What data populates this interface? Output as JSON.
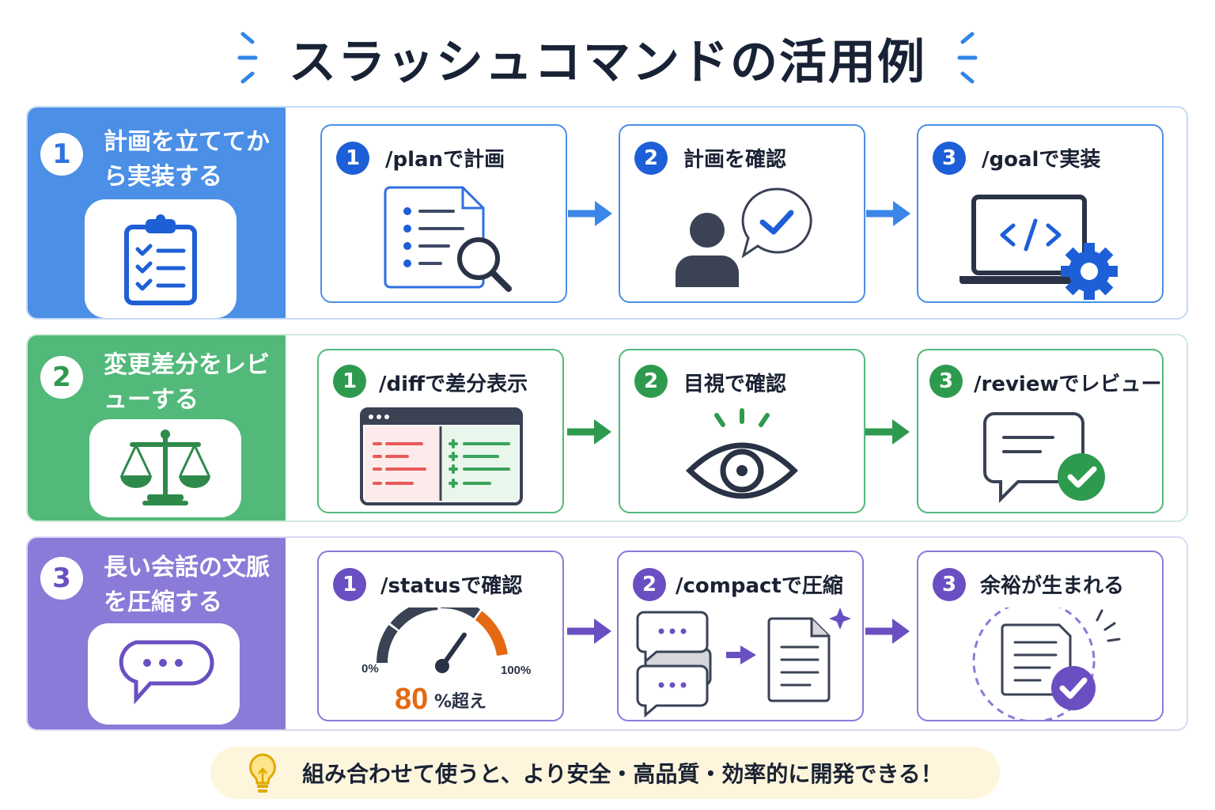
{
  "title": "スラッシュコマンドの活用例",
  "colors": {
    "blue": "#4b8fe6",
    "blue_dark": "#1d5fd6",
    "green": "#52b97a",
    "green_dark": "#2e9a4e",
    "purple": "#8c7ad8",
    "purple_dark": "#6a4fc2",
    "orange": "#e36a12"
  },
  "rows": [
    {
      "num": "1",
      "title": "計画を立ててから実装する",
      "icon": "clipboard-checklist-icon",
      "steps": [
        {
          "num": "1",
          "label": "/planで計画",
          "icon": "document-search-icon"
        },
        {
          "num": "2",
          "label": "計画を確認",
          "icon": "person-check-bubble-icon"
        },
        {
          "num": "3",
          "label": "/goalで実装",
          "icon": "laptop-code-gear-icon"
        }
      ]
    },
    {
      "num": "2",
      "title": "変更差分をレビューする",
      "icon": "scales-icon",
      "steps": [
        {
          "num": "1",
          "label": "/diffで差分表示",
          "icon": "diff-window-icon"
        },
        {
          "num": "2",
          "label": "目視で確認",
          "icon": "eye-icon"
        },
        {
          "num": "3",
          "label": "/reviewでレビュー",
          "icon": "review-bubble-check-icon"
        }
      ]
    },
    {
      "num": "3",
      "title": "長い会話の文脈を圧縮する",
      "icon": "chat-bubble-icon",
      "steps": [
        {
          "num": "1",
          "label": "/statusで確認",
          "icon": "gauge-icon",
          "gauge": {
            "min_label": "0%",
            "max_label": "100%",
            "value_big": "80",
            "value_suffix": "%超え",
            "value": 80
          }
        },
        {
          "num": "2",
          "label": "/compactで圧縮",
          "icon": "compress-chat-to-document-icon"
        },
        {
          "num": "3",
          "label": "余裕が生まれる",
          "icon": "document-check-circle-icon"
        }
      ]
    }
  ],
  "tip": {
    "icon": "lightbulb-icon",
    "text": "組み合わせて使うと、より安全・高品質・効率的に開発できる！"
  }
}
